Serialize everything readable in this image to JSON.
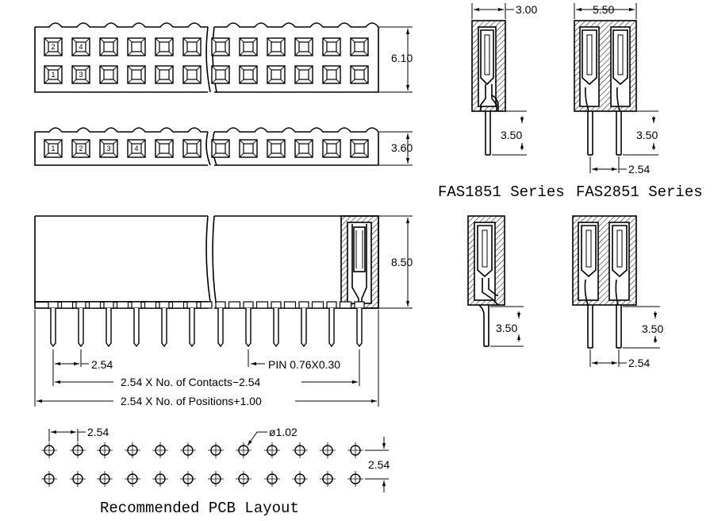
{
  "dims": {
    "d_610": "6.10",
    "d_360": "3.60",
    "d_850": "8.50",
    "d_254_pitch": "2.54",
    "d_pin": "PIN 0.76X0.30",
    "d_contacts": "2.54 X No. of Contacts−2.54",
    "d_positions": "2.54 X No. of Positions+1.00",
    "d_pcb_pitch": "2.54",
    "d_hole": "ø1.02",
    "d_pcb_row": "2.54",
    "d_s1_width": "3.00",
    "d_s2_width": "5.50",
    "d_s1_tail": "3.50",
    "d_s2_tail": "3.50",
    "d_s2_pitch": "2.54",
    "d_s3_tail": "3.50",
    "d_s4_tail": "3.50",
    "d_s4_pitch": "2.54"
  },
  "captions": {
    "fas1851": "FAS1851 Series",
    "fas2851": "FAS2851 Series",
    "pcb_layout": "Recommended PCB Layout"
  },
  "pin_numbers": {
    "top_row": [
      "2",
      "4"
    ],
    "bottom_row": [
      "1",
      "3"
    ],
    "single_row": [
      "1",
      "2",
      "3",
      "4"
    ]
  }
}
